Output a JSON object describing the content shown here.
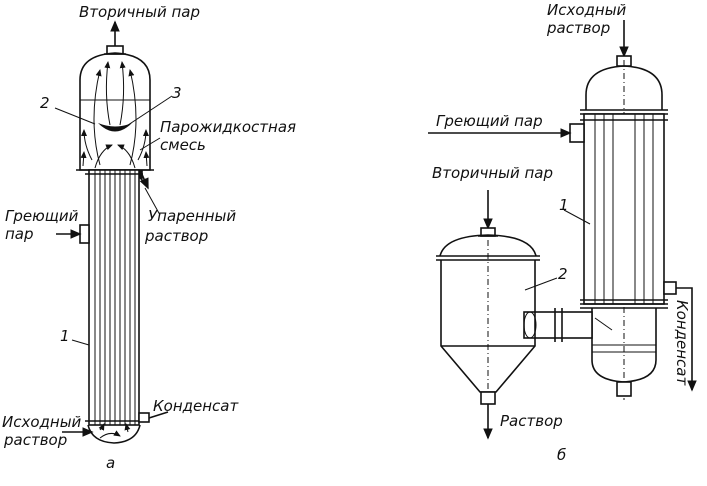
{
  "left": {
    "secondary_vapor": "Вторичный пар",
    "num_2": "2",
    "num_3": "3",
    "vapor_liquid_line1": "Парожидкостная",
    "vapor_liquid_line2": "смесь",
    "heating_steam_line1": "Греющий",
    "heating_steam_line2": "пар",
    "evaporated_line1": "Упаренный",
    "evaporated_line2": "раствор",
    "num_1": "1",
    "condensate": "Конденсат",
    "initial_line1": "Исходный",
    "initial_line2": "раствор",
    "caption": "а"
  },
  "right": {
    "initial_line1": "Исходный",
    "initial_line2": "раствор",
    "heating_steam": "Греющий пар",
    "secondary_vapor": "Вторичный пар",
    "num_1": "1",
    "num_2": "2",
    "condensate": "Конденсат",
    "solution": "Раствор",
    "caption": "б"
  }
}
